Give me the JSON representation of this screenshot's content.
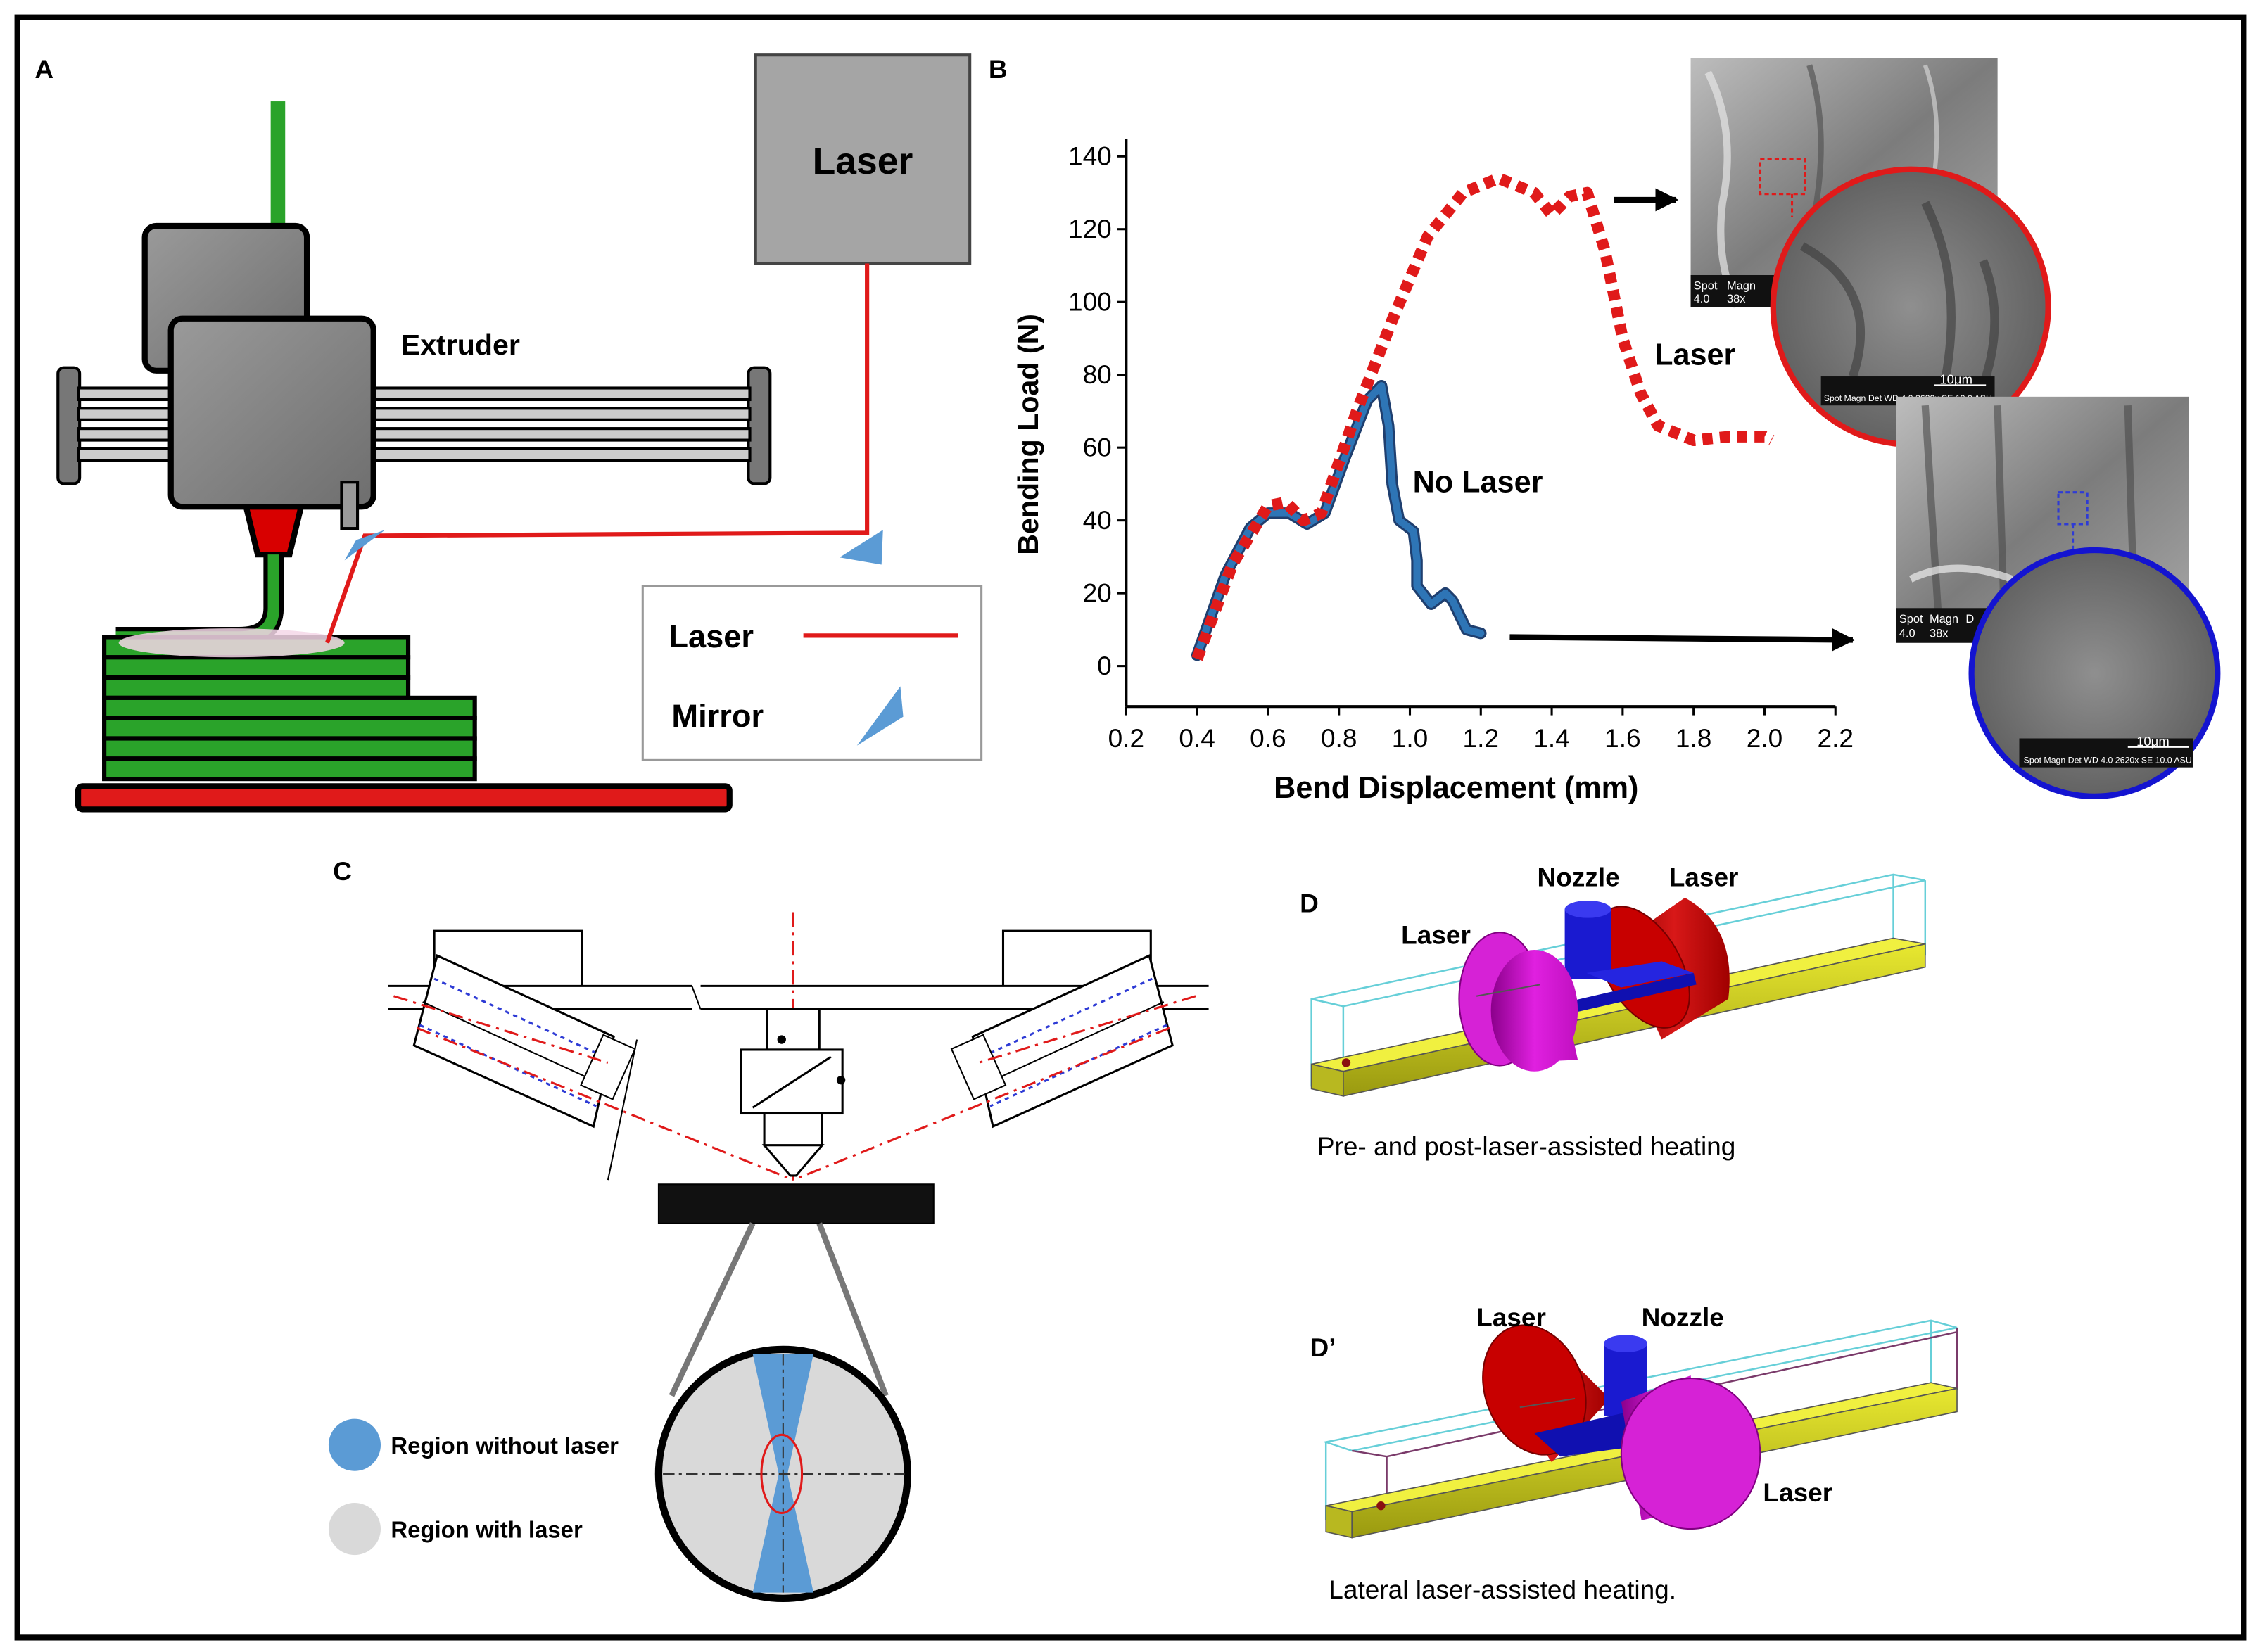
{
  "panels": {
    "a": {
      "letter": "A",
      "laser_box_label": "Laser",
      "extruder_label": "Extruder",
      "legend": {
        "laser_label": "Laser",
        "mirror_label": "Mirror"
      },
      "colors": {
        "laser_beam": "#e01a1a",
        "filament": "#2aa32a",
        "mirror": "#5b9bd5",
        "bed": "#e01a1a"
      }
    },
    "b": {
      "letter": "B",
      "laser_curve_label": "Laser",
      "no_laser_curve_label": "No Laser",
      "sem_laser": {
        "spot": "Spot",
        "magn": "Magn",
        "spot_val": "4.0",
        "magn_val": "38x",
        "scale": "10μm",
        "detail": "Spot Magn Det WD 4.0 2620x SE 10.0 ASU"
      },
      "sem_no_laser": {
        "spot": "Spot",
        "magn": "Magn",
        "extra": "D",
        "spot_val": "4.0",
        "magn_val": "38x",
        "scale": "10μm",
        "detail": "Spot Magn Det WD 4.0 2620x SE 10.0 ASU"
      }
    },
    "c": {
      "letter": "C",
      "legend": [
        {
          "label": "Region without laser",
          "color": "#5b9bd5"
        },
        {
          "label": "Region with laser",
          "color": "#d9d9d9"
        }
      ]
    },
    "d": {
      "letter": "D",
      "nozzle_label": "Nozzle",
      "laser_left_label": "Laser",
      "laser_right_label": "Laser",
      "caption": "Pre- and post-laser-assisted heating"
    },
    "d_prime": {
      "letter": "D’",
      "laser_back_label": "Laser",
      "nozzle_label": "Nozzle",
      "laser_front_label": "Laser",
      "caption": "Lateral laser-assisted heating."
    }
  },
  "chart_data": {
    "type": "line",
    "ylabel": "Bending Load (N)",
    "xlabel": "Bend Displacement (mm)",
    "x_ticks": [
      "0.2",
      "0.4",
      "0.6",
      "0.8",
      "1.0",
      "1.2",
      "1.4",
      "1.6",
      "1.8",
      "2.0",
      "2.2"
    ],
    "y_ticks": [
      "0",
      "20",
      "40",
      "60",
      "80",
      "100",
      "120",
      "140"
    ],
    "xlim": [
      0.2,
      2.2
    ],
    "ylim": [
      0,
      140
    ],
    "series": [
      {
        "name": "Laser",
        "style": "dotted",
        "color": "#e01a1a",
        "points": [
          [
            0.4,
            2
          ],
          [
            0.5,
            28
          ],
          [
            0.6,
            44
          ],
          [
            0.65,
            45
          ],
          [
            0.7,
            40
          ],
          [
            0.75,
            42
          ],
          [
            0.85,
            70
          ],
          [
            0.95,
            95
          ],
          [
            1.05,
            118
          ],
          [
            1.15,
            130
          ],
          [
            1.25,
            134
          ],
          [
            1.35,
            130
          ],
          [
            1.4,
            124
          ],
          [
            1.45,
            129
          ],
          [
            1.5,
            130
          ],
          [
            1.55,
            114
          ],
          [
            1.6,
            90
          ],
          [
            1.65,
            75
          ],
          [
            1.7,
            66
          ],
          [
            1.8,
            62
          ],
          [
            1.9,
            63
          ],
          [
            2.0,
            63
          ],
          [
            2.02,
            62
          ]
        ]
      },
      {
        "name": "No Laser",
        "style": "solid",
        "color": "#2e75b6",
        "points": [
          [
            0.4,
            3
          ],
          [
            0.48,
            25
          ],
          [
            0.55,
            38
          ],
          [
            0.6,
            42
          ],
          [
            0.66,
            42
          ],
          [
            0.71,
            39
          ],
          [
            0.76,
            42
          ],
          [
            0.82,
            58
          ],
          [
            0.88,
            73
          ],
          [
            0.92,
            77
          ],
          [
            0.94,
            66
          ],
          [
            0.95,
            50
          ],
          [
            0.97,
            40
          ],
          [
            1.01,
            37
          ],
          [
            1.02,
            29
          ],
          [
            1.02,
            22
          ],
          [
            1.06,
            17
          ],
          [
            1.1,
            20
          ],
          [
            1.12,
            18
          ],
          [
            1.16,
            10
          ],
          [
            1.2,
            9
          ]
        ]
      }
    ]
  }
}
